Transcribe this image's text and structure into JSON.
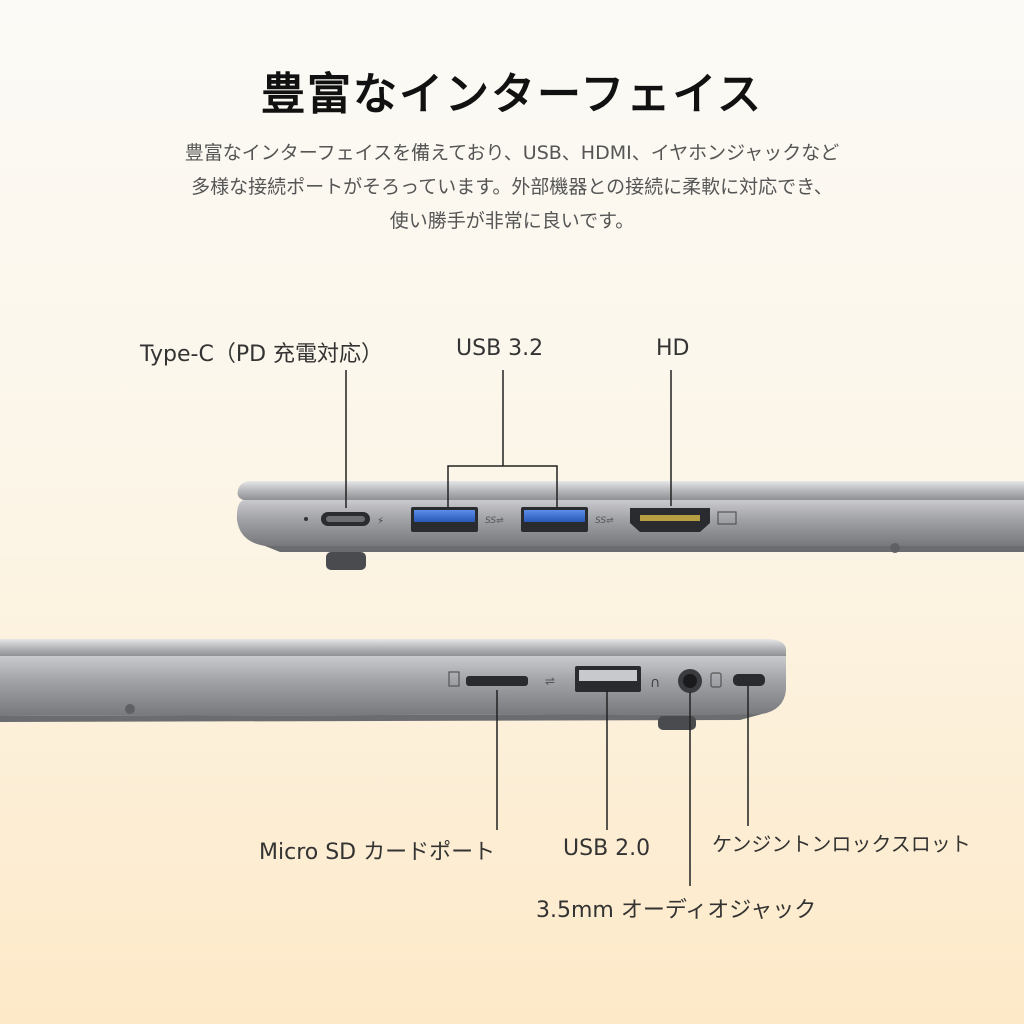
{
  "heading": {
    "title": "豊富なインターフェイス",
    "description_lines": [
      "豊富なインターフェイスを備えており、USB、HDMI、イヤホンジャックなど",
      "多様な接続ポートがそろっています。外部機器との接続に柔軟に対応でき、",
      "使い勝手が非常に良いです。"
    ]
  },
  "ports_top": {
    "type_c": "Type-C（PD 充電対応）",
    "usb32": "USB 3.2",
    "hd": "HD"
  },
  "ports_bottom": {
    "microsd": "Micro SD カードポート",
    "usb20": "USB 2.0",
    "audio": "3.5mm オーディオジャック",
    "lock": "ケンジントンロックスロット"
  },
  "colors": {
    "body_silver": "#a9aaad",
    "port_blue": "#3a6fd0"
  }
}
